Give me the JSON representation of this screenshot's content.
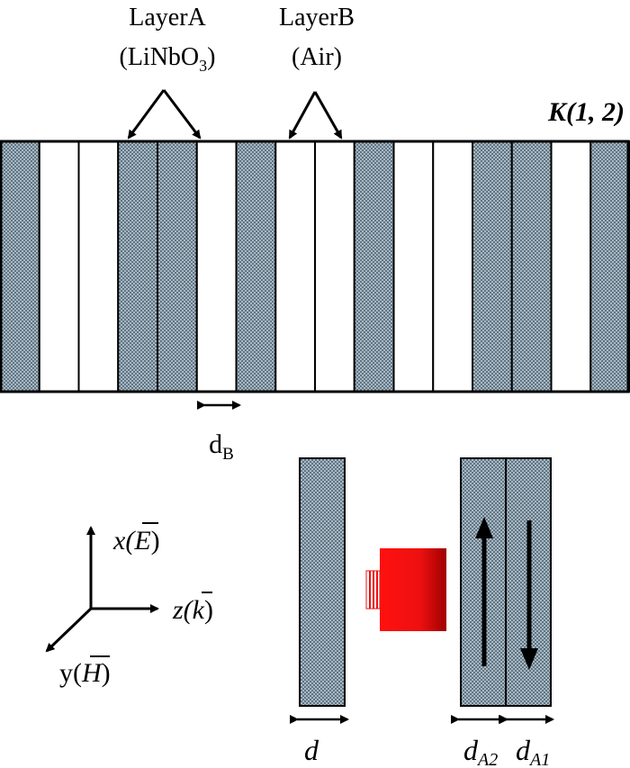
{
  "top_labels": {
    "layer_a": {
      "name": "LayerA",
      "material_prefix": "(LiNbO",
      "material_sub": "3",
      "material_suffix": ")"
    },
    "layer_b": {
      "name": "LayerB",
      "material": "(Air)"
    },
    "sequence_id": "K(1, 2)"
  },
  "stack": {
    "layers": [
      "A",
      "B",
      "B",
      "A",
      "A",
      "B",
      "A",
      "B",
      "B",
      "A",
      "B",
      "B",
      "A",
      "A",
      "B",
      "A"
    ]
  },
  "dimensions": {
    "d_b_main": "d",
    "d_b_sub": "B",
    "d": "d",
    "d_a2_main": "d",
    "d_a2_sub": "A2",
    "d_a1_main": "d",
    "d_a1_sub": "A1"
  },
  "axes": {
    "x_label": "x(",
    "x_sym": "E",
    "z_label": "z(",
    "z_sym": "k",
    "y_label": "y(",
    "y_sym": "H",
    "close": ")"
  },
  "colors": {
    "layer_a_fill": "#7f93a1",
    "layer_b_fill": "#ffffff",
    "source": "#ee1111",
    "outline": "#000000"
  }
}
